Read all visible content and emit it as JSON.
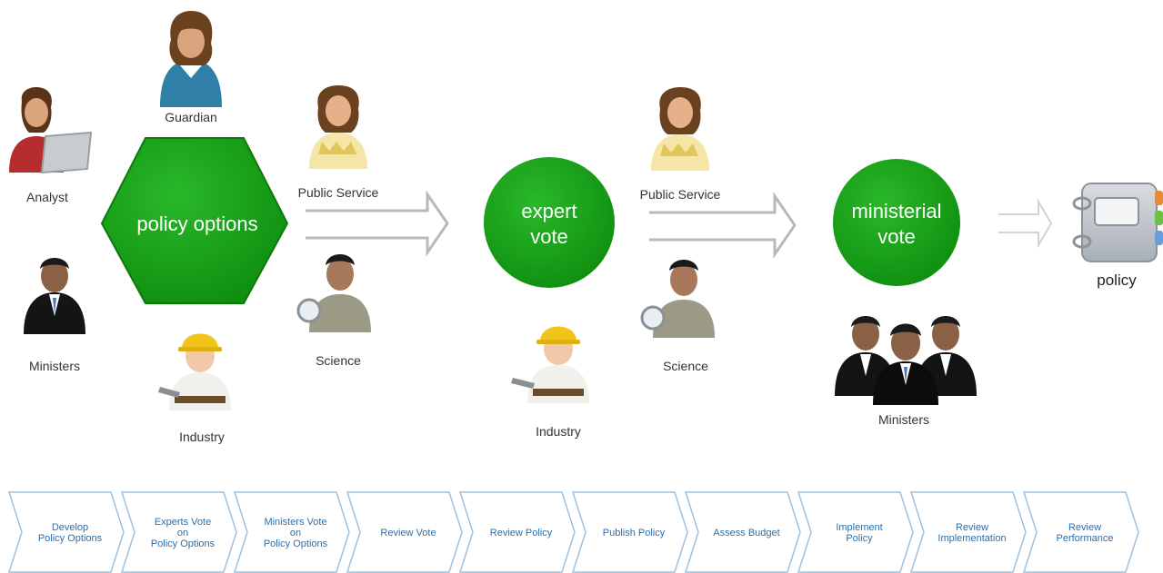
{
  "nodes": {
    "policy_options": "policy options",
    "expert_vote": [
      "expert",
      "vote"
    ],
    "ministerial_vote": [
      "ministerial",
      "vote"
    ],
    "policy": "policy"
  },
  "people": {
    "guardian": "Guardian",
    "analyst": "Analyst",
    "ministers_left": "Ministers",
    "industry_left": "Industry",
    "public_service_1": "Public Service",
    "science_1": "Science",
    "public_service_2": "Public Service",
    "science_2": "Science",
    "industry_middle": "Industry",
    "ministers_right": "Ministers"
  },
  "process_steps": [
    [
      "Develop",
      "Policy Options"
    ],
    [
      "Experts Vote",
      "on",
      "Policy Options"
    ],
    [
      "Ministers Vote",
      "on",
      "Policy Options"
    ],
    [
      "Review Vote"
    ],
    [
      "Review Policy"
    ],
    [
      "Publish Policy"
    ],
    [
      "Assess Budget"
    ],
    [
      "Implement",
      "Policy"
    ],
    [
      "Review",
      "Implementation"
    ],
    [
      "Review",
      "Performance"
    ]
  ],
  "colors": {
    "node_green": "#1fa51f",
    "node_green_dark": "#0d8a0d",
    "arrow_stroke": "#b9b9b9",
    "chevron_stroke": "#9cc0e0",
    "chevron_text": "#2e6ea8"
  },
  "icons": {
    "guardian": "woman-teal-sweater-icon",
    "analyst": "woman-with-laptop-icon",
    "ministers": "man-in-suit-icon",
    "industry": "construction-worker-icon",
    "public_service": "woman-yellow-sweater-icon",
    "science": "scientist-with-magnifier-icon",
    "policy": "notebook-binder-icon"
  }
}
